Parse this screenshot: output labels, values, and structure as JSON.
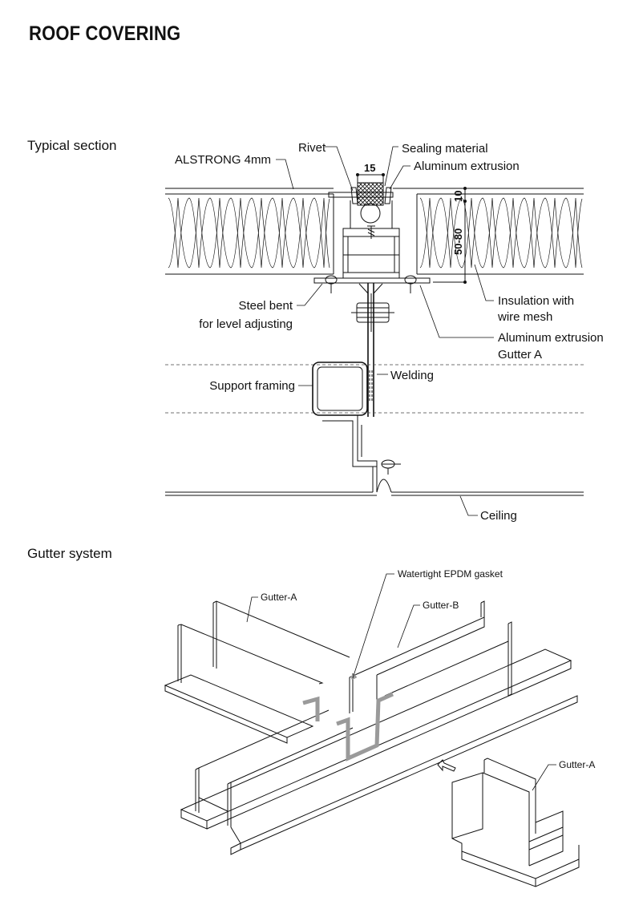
{
  "title": "ROOF COVERING",
  "sections": {
    "typical_section": {
      "heading": "Typical section",
      "labels": {
        "rivet": "Rivet",
        "sealing_material": "Sealing material",
        "aluminum_extrusion_top": "Aluminum extrusion",
        "alstrong": "ALSTRONG 4mm",
        "dim_15": "15",
        "dim_10": "10",
        "dim_50_80": "50-80",
        "insulation_line1": "Insulation with",
        "insulation_line2": "wire mesh",
        "steel_bent_line1": "Steel bent",
        "steel_bent_line2": "for level adjusting",
        "aluminum_extrusion_gutter_line1": "Aluminum extrusion",
        "aluminum_extrusion_gutter_line2": "Gutter A",
        "support_framing": "Support framing",
        "welding": "Welding",
        "ceiling": "Ceiling"
      }
    },
    "gutter_system": {
      "heading": "Gutter system",
      "labels": {
        "gasket": "Watertight EPDM gasket",
        "gutter_a_main": "Gutter-A",
        "gutter_b": "Gutter-B",
        "gutter_a_piece": "Gutter-A"
      }
    }
  },
  "colors": {
    "line": "#111111",
    "gasket": "#9a9a9a",
    "background": "#ffffff"
  }
}
